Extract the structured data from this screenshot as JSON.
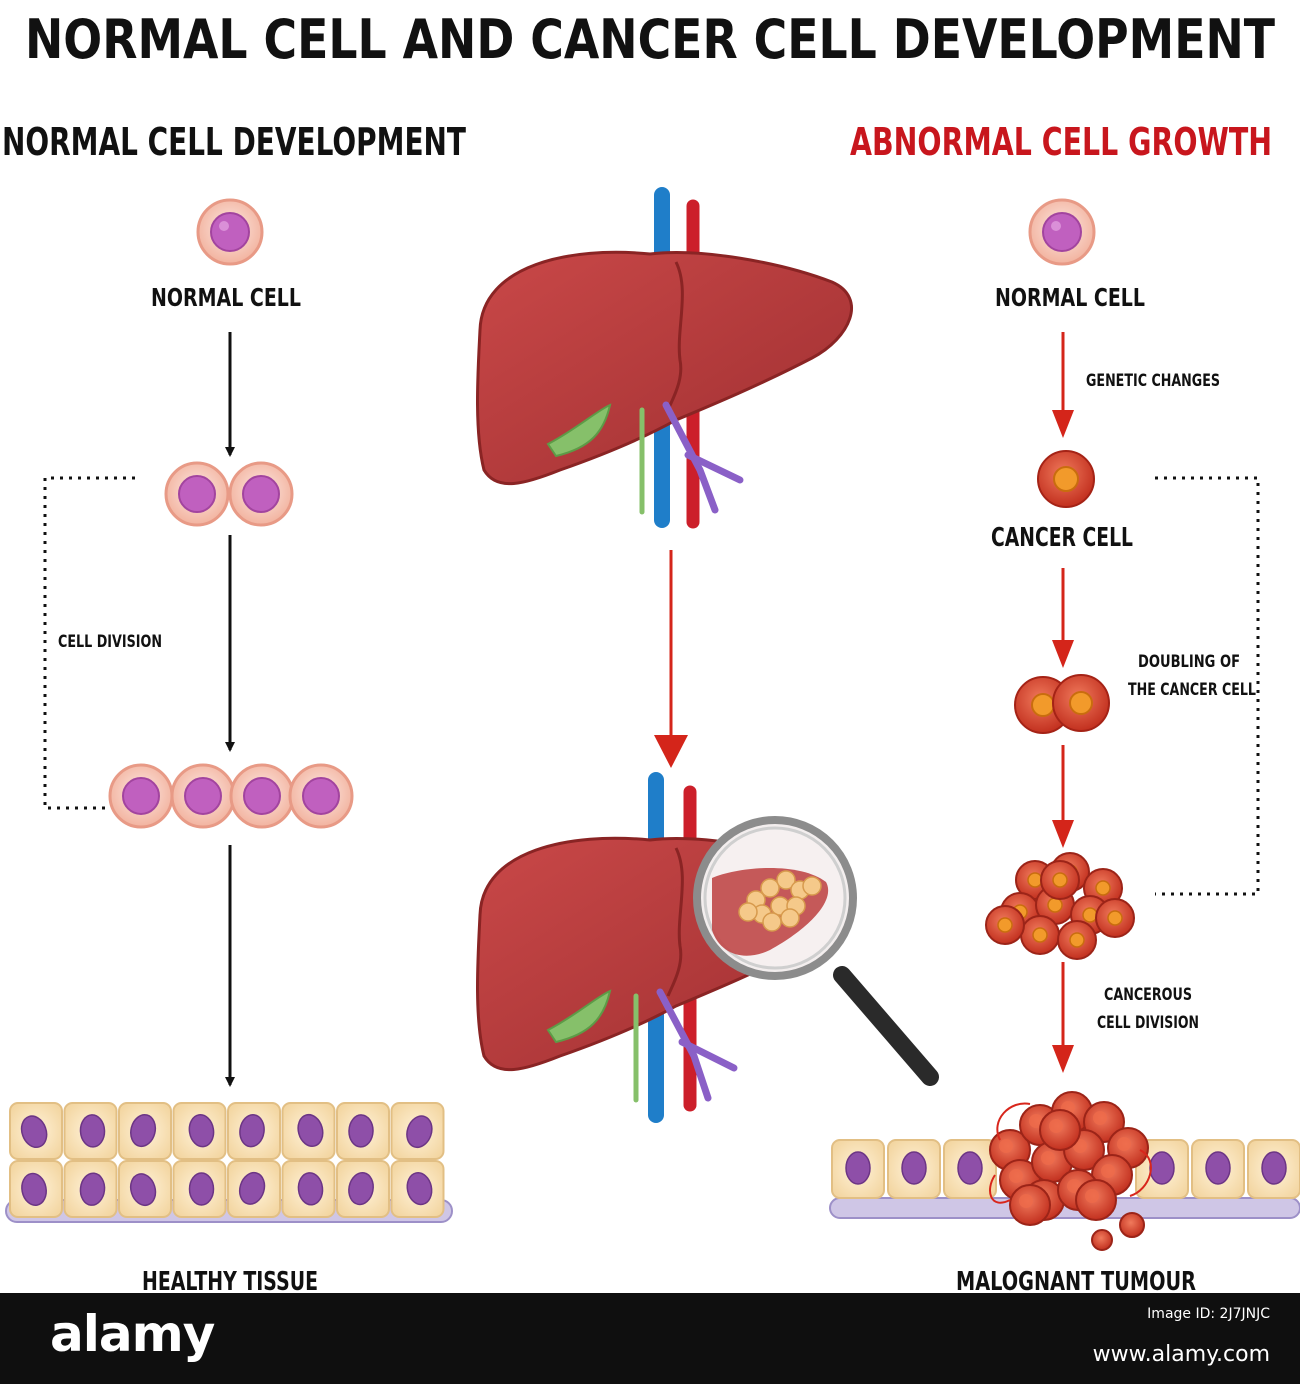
{
  "title": "NORMAL CELL AND CANCER CELL DEVELOPMENT",
  "left_panel": {
    "heading": "NORMAL CELL DEVELOPMENT",
    "normal_cell": "NORMAL CELL",
    "cell_division": "CELL DIVISION",
    "healthy_tissue": "HEALTHY TISSUE"
  },
  "right_panel": {
    "heading": "ABNORMAL CELL GROWTH",
    "normal_cell": "NORMAL CELL",
    "genetic_changes": "GENETIC CHANGES",
    "cancer_cell": "CANCER CELL",
    "doubling_line1": "DOUBLING OF",
    "doubling_line2": "THE CANCER CELL",
    "cancerous_line1": "CANCEROUS",
    "cancerous_line2": "CELL DIVISION",
    "malignant_tumour": "MALOGNANT TUMOUR"
  },
  "watermark": {
    "logo": "alamy",
    "image_id": "Image ID: 2J7JNJC",
    "url": "www.alamy.com"
  },
  "colors": {
    "title": "#111111",
    "abnormal_heading": "#c8161d",
    "arrow_black": "#111111",
    "arrow_red": "#d4251a",
    "liver": "#b63a3a",
    "normal_nucleus": "#c060bf",
    "cancer_cell": "#d94d34",
    "vein_blue": "#1f7ec9",
    "artery_red": "#cc1f2a",
    "duct_green": "#86c06a",
    "vessel_purple": "#8a60c7"
  }
}
